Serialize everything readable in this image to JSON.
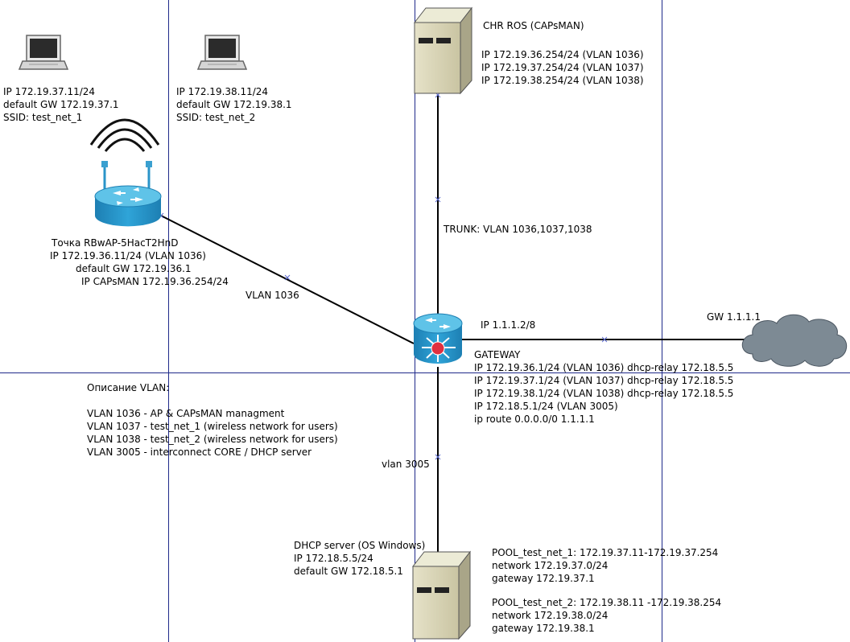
{
  "laptop_1": {
    "lines": [
      "IP 172.19.37.11/24",
      "default GW 172.19.37.1",
      "SSID: test_net_1"
    ]
  },
  "laptop_2": {
    "lines": [
      "IP 172.19.38.11/24",
      "default GW 172.19.38.1",
      "SSID: test_net_2"
    ]
  },
  "chr": {
    "title": "CHR ROS (CAPsMAN)",
    "lines": [
      "IP 172.19.36.254/24 (VLAN 1036)",
      "IP 172.19.37.254/24 (VLAN 1037)",
      "IP 172.19.38.254/24 (VLAN 1038)"
    ]
  },
  "access_point": {
    "lines": [
      "Точка RBwAP-5HacT2HnD",
      "IP 172.19.36.11/24 (VLAN 1036)",
      "default GW 172.19.36.1",
      "IP CAPsMAN 172.19.36.254/24"
    ]
  },
  "links": {
    "trunk": "TRUNK: VLAN 1036,1037,1038",
    "vlan_ap": "VLAN 1036",
    "vlan_dhcp": "vlan 3005",
    "gw_cloud": "GW 1.1.1.1"
  },
  "gateway": {
    "wan_ip": "IP 1.1.1.2/8",
    "lines": [
      "GATEWAY",
      "IP 172.19.36.1/24 (VLAN 1036) dhcp-relay 172.18.5.5",
      "IP 172.19.37.1/24 (VLAN 1037) dhcp-relay 172.18.5.5",
      "IP 172.19.38.1/24 (VLAN 1038) dhcp-relay 172.18.5.5",
      "IP 172.18.5.1/24 (VLAN 3005)",
      "ip route 0.0.0.0/0 1.1.1.1"
    ]
  },
  "vlan_description": {
    "title": "Описание VLAN:",
    "lines": [
      "VLAN 1036 - AP & CAPsMAN managment",
      "VLAN 1037 - test_net_1 (wireless network for users)",
      "VLAN 1038 - test_net_2 (wireless network for users)",
      "VLAN 3005 - interconnect CORE / DHCP server"
    ]
  },
  "dhcp_server": {
    "lines": [
      "DHCP server (OS Windows)",
      "IP 172.18.5.5/24",
      "default GW 172.18.5.1"
    ]
  },
  "pool_1": {
    "lines": [
      "POOL_test_net_1: 172.19.37.11-172.19.37.254",
      "network 172.19.37.0/24",
      "gateway 172.19.37.1"
    ]
  },
  "pool_2": {
    "lines": [
      "POOL_test_net_2: 172.19.38.11 -172.19.38.254",
      "network 172.19.38.0/24",
      "gateway 172.19.38.1"
    ]
  },
  "colors": {
    "grid_line": "#1f2a8a",
    "connection": "#000000",
    "server_body": "#d8d4b4",
    "router_blue": "#2a94c9",
    "router_top": "#5fc3e8",
    "cloud": "#7d8a94",
    "gateway_dot": "#e03040",
    "link_marker": "#5b6ad0"
  }
}
